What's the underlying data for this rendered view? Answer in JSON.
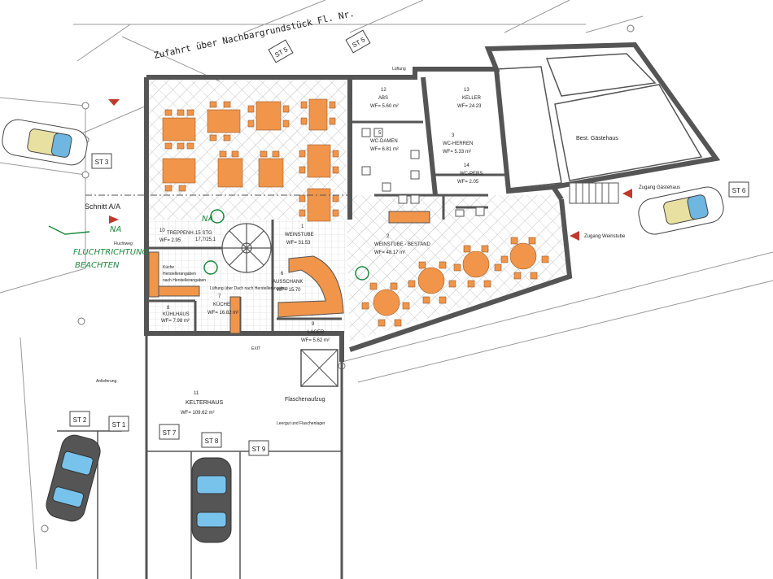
{
  "title_text": "Zufahrt über Nachbargrundstück Fl. Nr.",
  "annotations": {
    "schnitt": "Schnitt A/A",
    "fluchtrichtung_1": "FLUCHTRICHTUNG",
    "fluchtrichtung_2": "BEACHTEN",
    "na_left": "NA",
    "na_mid": "NA",
    "fluchtweg": "Fluchtweg",
    "lueftung_top": "Lüftung",
    "zugang_gaestehaus": "Zugang Gästehaus",
    "zugang_weinstube": "Zugang Weinstube",
    "anlieferung": "Anlieferung",
    "flaschenaufzug": "Flaschenaufzug",
    "leergut": "Leergut und Flaschenlager",
    "best_gaestehaus": "Best. Gästehaus",
    "exit_label": "EXIT"
  },
  "rooms": [
    {
      "no": "12",
      "name": "ABS",
      "area": "WF= 5.60 m²"
    },
    {
      "no": "13",
      "name": "KELLER",
      "area": "WF= 24.23"
    },
    {
      "no": "5",
      "name": "WC-DAMEN",
      "area": "WF= 6.81 m²"
    },
    {
      "no": "3",
      "name": "WC-HERREN",
      "area": "WF= 5.33 m²"
    },
    {
      "no": "14",
      "name": "WC-PERS.",
      "area": "WF= 2.05"
    },
    {
      "no": "10",
      "name": "TREPPENH.",
      "area": "WF= 2.95"
    },
    {
      "no": "1",
      "name": "WEINSTUBE",
      "area": "WF= 31.53"
    },
    {
      "no": "2",
      "name": "WEINSTUBE - BESTAND",
      "area": "WF= 48.17 m²"
    },
    {
      "no": "6",
      "name": "AUSSCHANK",
      "area": "WF= 15.70"
    },
    {
      "no": "7",
      "name": "KÜCHE",
      "area": "WF= 16.82 m²"
    },
    {
      "no": "8",
      "name": "KÜHLHAUS",
      "area": "WF= 7.98 m²"
    },
    {
      "no": "9",
      "name": "LAGER",
      "area": "WF= 5.62 m²"
    },
    {
      "no": "11",
      "name": "KELTERHAUS",
      "area": "WF= 109.62 m²"
    }
  ],
  "stair_text": {
    "steps": "15 STG",
    "ratio": "17,7/25,1"
  },
  "kitchen_notes": [
    "Küche",
    "Herstellerangaben",
    "nach Herstellerangaben"
  ],
  "kueche_note": "Lüftung über Dach nach Herstellerangaben",
  "parking": [
    "ST 1",
    "ST 2",
    "ST 3",
    "ST 5",
    "ST 6",
    "ST 7",
    "ST 8",
    "ST 9"
  ],
  "colors": {
    "furniture": "#f0954a",
    "wall": "#555555",
    "floor_hatch": "#c8c8c8",
    "green": "#1a8a3c",
    "red_arrow": "#c0392b"
  }
}
